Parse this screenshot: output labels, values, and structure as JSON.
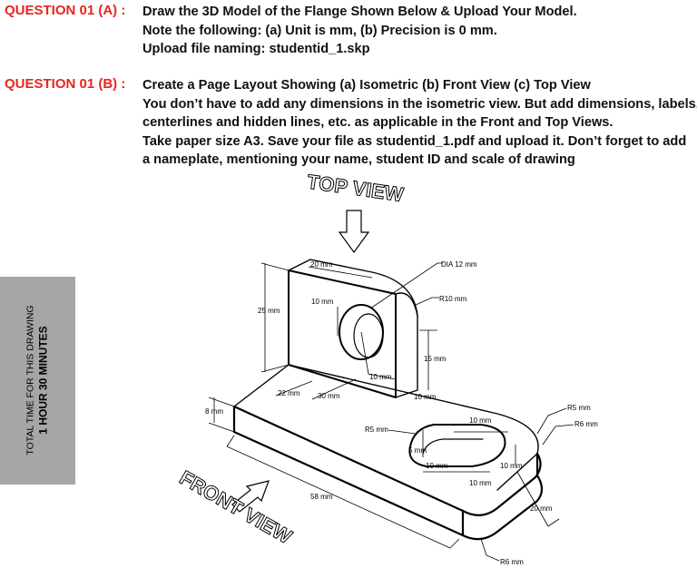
{
  "q1a": {
    "label": "QUESTION 01 (A) :",
    "lines": [
      "Draw the 3D Model of the Flange Shown Below & Upload Your Model.",
      "Note the following: (a) Unit is mm, (b) Precision is 0 mm.",
      "Upload file naming: studentid_1.skp"
    ]
  },
  "q1b": {
    "label": "QUESTION 01 (B) :",
    "lines": [
      "Create a Page Layout Showing (a) Isometric (b) Front View (c) Top View",
      "You don’t have to add any dimensions in the isometric view. But add dimensions, labels,",
      "centerlines and hidden lines, etc. as applicable in the Front and Top Views.",
      "Take paper size A3. Save your file as studentid_1.pdf and upload it. Don’t forget to add",
      "a nameplate, mentioning your name, student ID and scale of drawing"
    ]
  },
  "sidebar": {
    "line1": "TOTAL TIME FOR THIS DRAWING",
    "line2": "1 HOUR 30 MINUTES",
    "color": "#a6a6a6"
  },
  "drawing": {
    "top_view_label": "TOP VIEW",
    "front_view_label": "FRONT VIEW",
    "dims": {
      "dia12": "DIA 12 mm",
      "r10": "R10 mm",
      "d20_top": "20 mm",
      "d10_hole": "10 mm",
      "d25": "25 mm",
      "d15": "15 mm",
      "d10_mid": "10 mm",
      "d22": "22 mm",
      "d30": "30 mm",
      "d10_right": "10 mm",
      "d8": "8 mm",
      "r5_left": "R5 mm",
      "d5": "5 mm",
      "d10_slot_top": "10 mm",
      "d10_slot_a": "10 mm",
      "d10_slot_b": "10 mm",
      "d10_slot_c": "10 mm",
      "r5_right": "R5 mm",
      "r6_right": "R6 mm",
      "d58": "58 mm",
      "d20_side": "20 mm",
      "r6_bottom": "R6 mm"
    }
  }
}
